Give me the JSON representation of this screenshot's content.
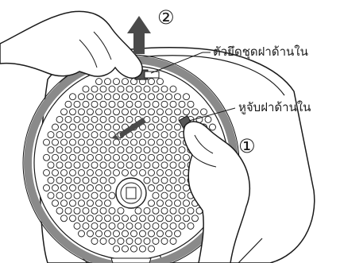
{
  "labels": {
    "lid_holder": "ตัวยึดชุดฝาด้านใน",
    "lid_tab": "หูจับฝาด้านใน"
  },
  "steps": {
    "first": "①",
    "second": "②"
  },
  "colors": {
    "line": "#1a1a1a",
    "gasket": "#8a8a8a",
    "arrow": "#4a4a4a",
    "background": "#ffffff"
  }
}
